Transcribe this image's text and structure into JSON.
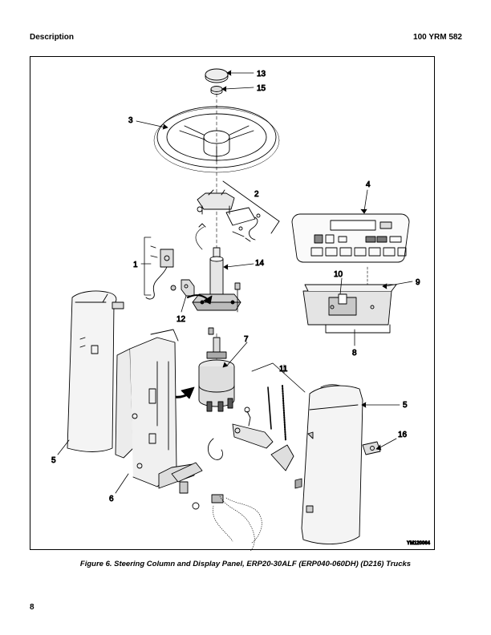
{
  "header": {
    "left": "Description",
    "right": "100 YRM 582"
  },
  "figure": {
    "callouts": [
      "13",
      "15",
      "3",
      "2",
      "4",
      "1",
      "14",
      "10",
      "9",
      "12",
      "8",
      "7",
      "11",
      "5",
      "5",
      "16",
      "6"
    ],
    "drawing_code": "YM120064",
    "caption": "Figure 6. Steering Column and Display Panel, ERP20-30ALF (ERP040-060DH) (D216) Trucks"
  },
  "footer": {
    "page_number": "8"
  }
}
